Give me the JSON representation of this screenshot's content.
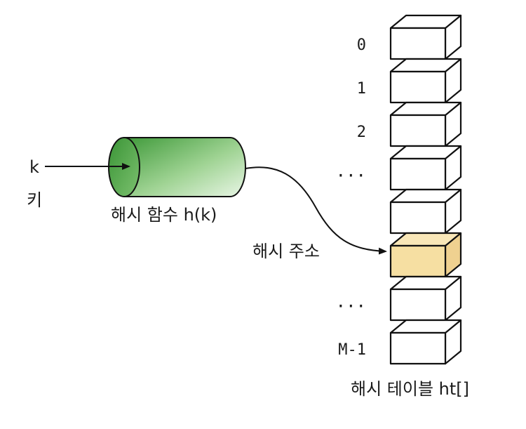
{
  "key": {
    "symbol": "k",
    "label": "키"
  },
  "hash_function": {
    "label": "해시 함수 h(k)"
  },
  "hash_address": {
    "label": "해시 주소"
  },
  "hash_table": {
    "label": "해시 테이블 ht[]",
    "slot_labels": [
      "0",
      "1",
      "2",
      "···",
      "",
      "",
      "···",
      "M-1"
    ],
    "highlighted_slot": 5
  },
  "colors": {
    "cylinder_dark": "#3f9a3a",
    "cylinder_light": "#e9f6e6",
    "highlight_front": "#f6dfa2",
    "highlight_top": "#f9e7b8",
    "highlight_side": "#efd190",
    "stroke": "#111111"
  }
}
